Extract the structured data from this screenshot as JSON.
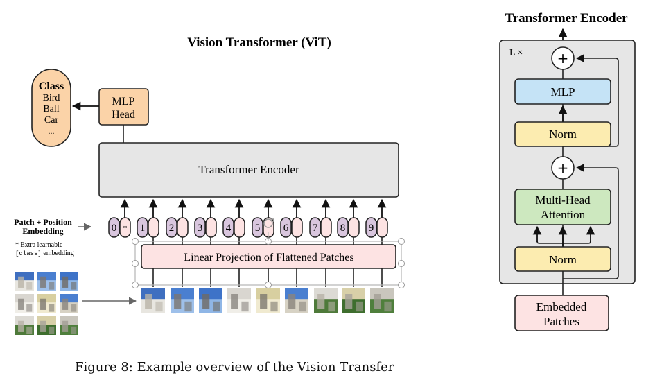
{
  "vit": {
    "title": "Vision Transformer (ViT)",
    "class_box": {
      "title": "Class",
      "items": [
        "Bird",
        "Ball",
        "Car",
        "..."
      ]
    },
    "mlp_head": [
      "MLP",
      "Head"
    ],
    "encoder_label": "Transformer Encoder",
    "patch_position": [
      "Patch + Position",
      "Embedding"
    ],
    "extra_note_line1": "* Extra learnable",
    "extra_note_code": "[class]",
    "extra_note_rest": " embedding",
    "tokens": [
      "0",
      "1",
      "2",
      "3",
      "4",
      "5",
      "6",
      "7",
      "8",
      "9"
    ],
    "class_token_mark": "*",
    "linear_projection": "Linear Projection of Flattened Patches"
  },
  "encoder_detail": {
    "title": "Transformer Encoder",
    "repeat_label": "L ×",
    "plus": "+",
    "mlp": "MLP",
    "norm_top": "Norm",
    "mha": [
      "Multi-Head",
      "Attention"
    ],
    "norm_bottom": "Norm",
    "embedded": [
      "Embedded",
      "Patches"
    ]
  },
  "caption": "Figure 8: Example overview of the Vision Transfer",
  "colors": {
    "class_fill": "#fbd3a8",
    "mlp_head_fill": "#fbd3a8",
    "encoder_fill": "#e6e6e6",
    "token_pos_fill": "#d9c6de",
    "token_emb_fill": "#fde3e3",
    "linear_fill": "#fde3e3",
    "mlp_fill": "#c5e3f6",
    "norm_fill": "#fcecb0",
    "mha_fill": "#cde8bf",
    "embedded_fill": "#fde3e3"
  }
}
